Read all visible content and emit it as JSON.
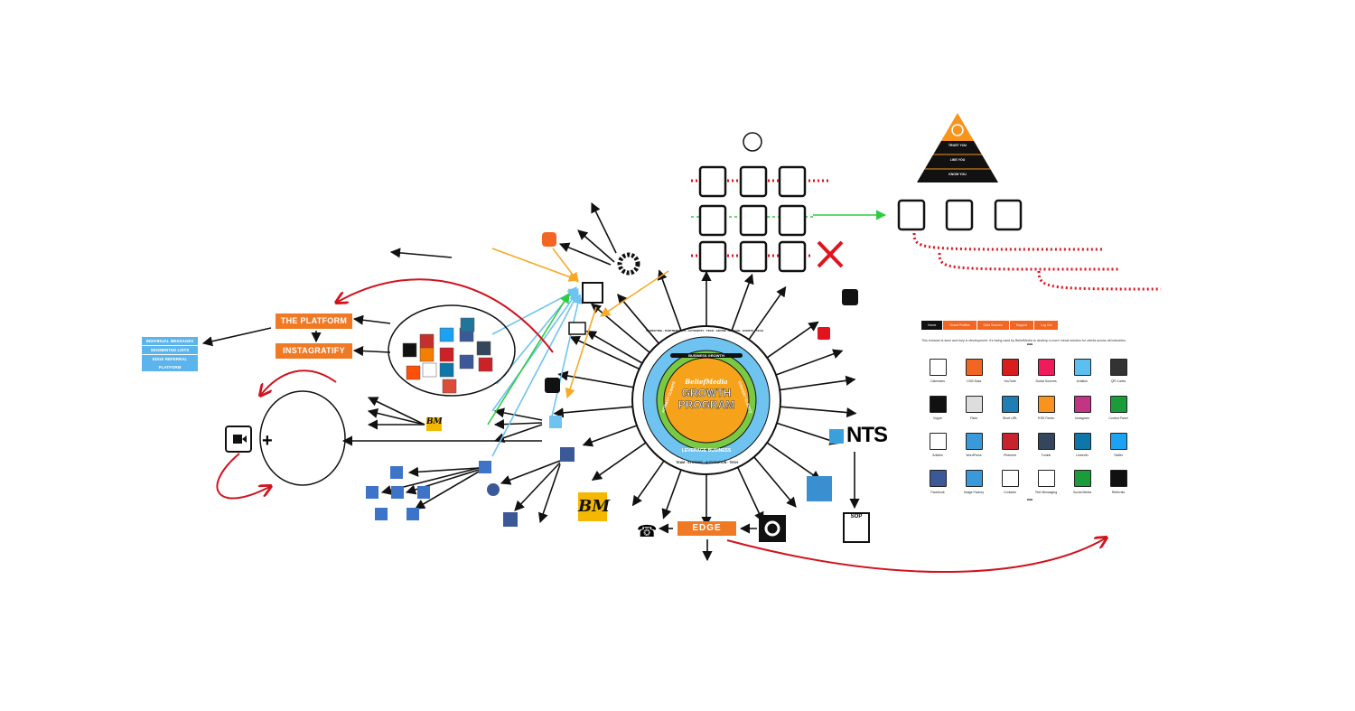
{
  "center": {
    "brand": "BeliefMedia",
    "title_line1": "GROWTH",
    "title_line2": "PROGRAM",
    "ring_top": "BUSINESS GROWTH",
    "ring_left": "ATTRACT CLIENTS",
    "ring_right": "CONVERT CLIENTS",
    "ring_bottom": "LEVERAGE BUSINESS",
    "outer_top": "MARKETING · PARTNERSHIPS · AUTHORITY · TECH · ADVISE · ENGAGE · EVENTS · TECH",
    "outer_bottom": "TEAM · SYSTEMS · AUTOMATION · TECH"
  },
  "left": {
    "platform": "THE PLATFORM",
    "instagratify": "INSTAGRATIFY",
    "list": [
      "INDIVIDUAL MESSAGES",
      "SEGMENTED LISTS",
      "EDGE REFERRAL PLATFORM"
    ],
    "bm": "BM"
  },
  "bottom": {
    "edge": "EDGE",
    "bm": "BM",
    "nts": "NTS",
    "sop": "SOP"
  },
  "pyramid": {
    "levels": [
      "TRUST YOU",
      "LIKE YOU",
      "KNOW YOU"
    ],
    "color": "#f7941d"
  },
  "panel": {
    "tabs": [
      "Home",
      "Social Profiles",
      "Data Sources",
      "Support",
      "Log Out"
    ],
    "intro": "This extranet is semi and truly in development. It's being used by BeliefMedia to develop a more robust solution for clients across all industries.",
    "more": "•••",
    "apps": [
      {
        "label": "Calendars",
        "color": "#ffffff"
      },
      {
        "label": "1300 Data",
        "color": "#f26522"
      },
      {
        "label": "YouTube",
        "color": "#d91c1c"
      },
      {
        "label": "Social Sources",
        "color": "#ee1c5b"
      },
      {
        "label": "Aviation",
        "color": "#5bc0f0"
      },
      {
        "label": "QR Codes",
        "color": "#333333"
      },
      {
        "label": "Vogue",
        "color": "#111111"
      },
      {
        "label": "Flickr",
        "color": "#dddddd"
      },
      {
        "label": "Short URL",
        "color": "#1f7fb5"
      },
      {
        "label": "RSS Feeds",
        "color": "#f7931e"
      },
      {
        "label": "Instagram",
        "color": "#c13584"
      },
      {
        "label": "Control Panel",
        "color": "#1a9c3a"
      },
      {
        "label": "Articles",
        "color": "#ffffff"
      },
      {
        "label": "WordPress",
        "color": "#3a9ad9"
      },
      {
        "label": "Pinterest",
        "color": "#c8232c"
      },
      {
        "label": "Tumblr",
        "color": "#35465c"
      },
      {
        "label": "LinkedIn",
        "color": "#0e76a8"
      },
      {
        "label": "Twitter",
        "color": "#1da1f2"
      },
      {
        "label": "Facebook",
        "color": "#3b5998"
      },
      {
        "label": "Image Factory",
        "color": "#3a9ad9"
      },
      {
        "label": "Contacts",
        "color": "#ffffff"
      },
      {
        "label": "Text Messaging",
        "color": "#ffffff"
      },
      {
        "label": "Social Media",
        "color": "#1a9c3a"
      },
      {
        "label": "Referrals",
        "color": "#111111"
      }
    ]
  },
  "colors": {
    "orange": "#f07a24",
    "blue": "#5bb4ec",
    "red": "#e0141e",
    "green": "#2ecc40",
    "arrow_orange": "#f7a928",
    "arrow_blue": "#6fc3f0"
  }
}
